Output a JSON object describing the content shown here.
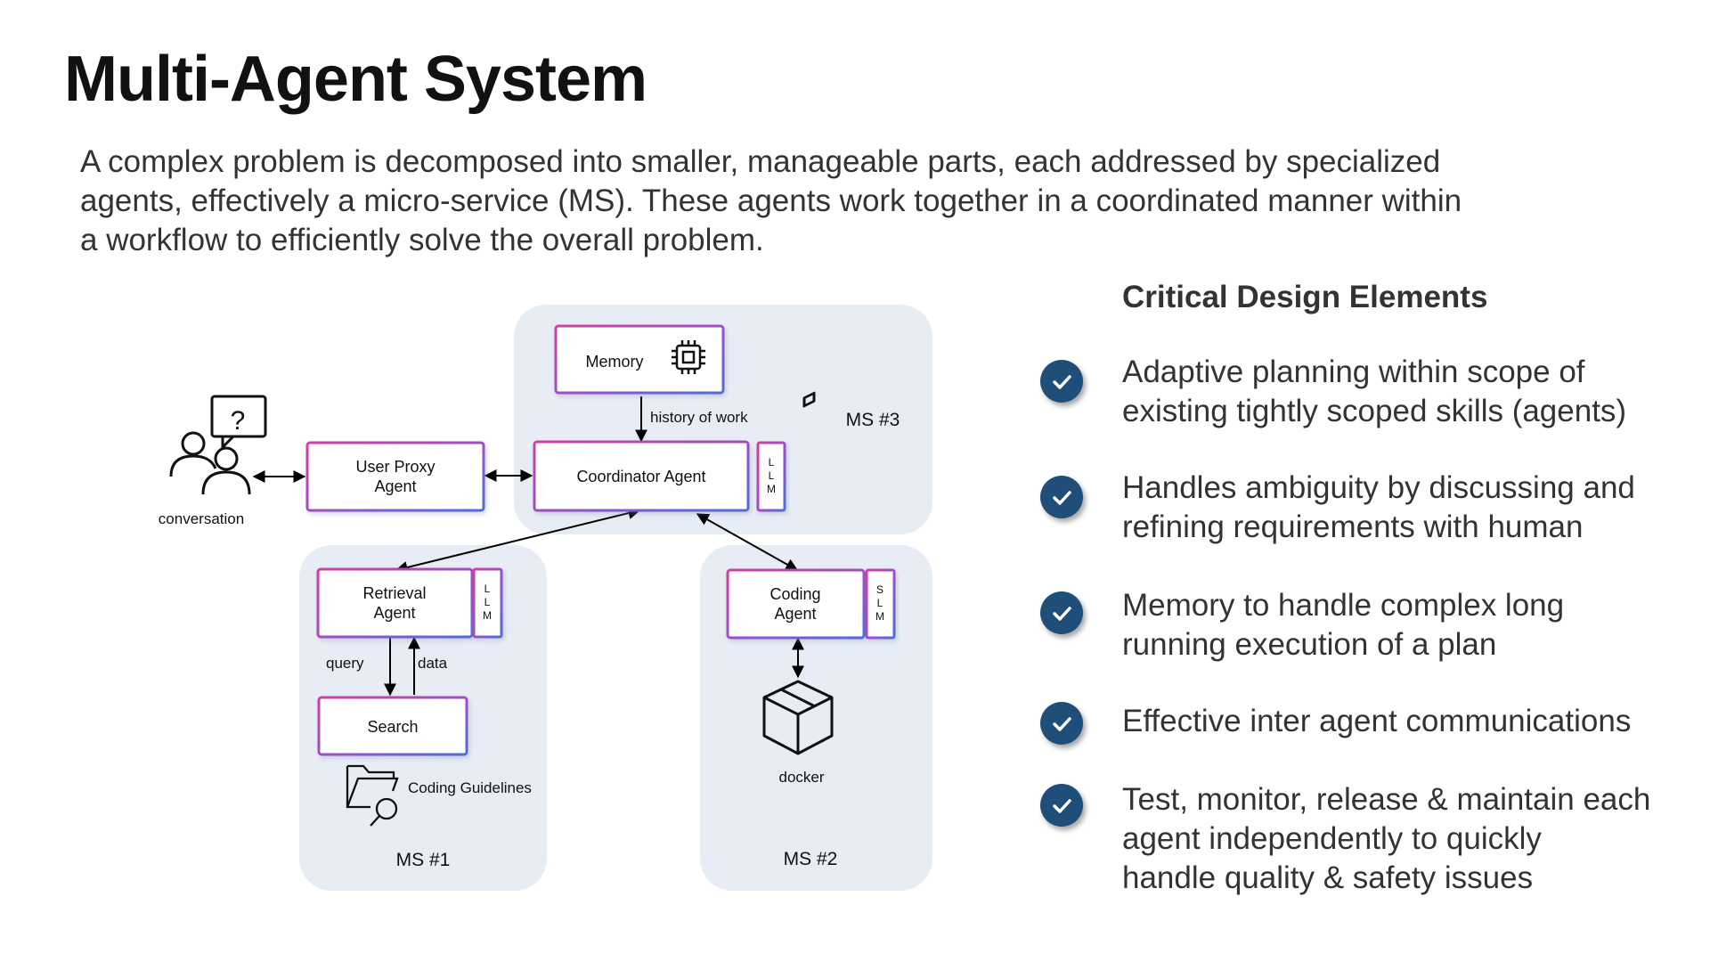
{
  "slide": {
    "title": "Multi-Agent System",
    "intro_lines": [
      "A complex problem is decomposed into smaller, manageable parts, each addressed by specialized",
      "agents, effectively a micro-service (MS). These agents work together in a coordinated manner within",
      "a workflow to efficiently solve the overall problem."
    ]
  },
  "diagram": {
    "user_label": "conversation",
    "user_icon": "users-question-icon",
    "user_proxy": [
      "User Proxy",
      "Agent"
    ],
    "memory": "Memory",
    "memory_icon": "chip-icon",
    "history_label": "history of work",
    "ms3_label": "MS #3",
    "coordinator": "Coordinator Agent",
    "llm_tag": [
      "L",
      "L",
      "M"
    ],
    "slm_tag": [
      "S",
      "L",
      "M"
    ],
    "retrieval": [
      "Retrieval",
      "Agent"
    ],
    "query_label": "query",
    "data_label": "data",
    "search": "Search",
    "guidelines_label": "Coding Guidelines",
    "guidelines_icon": "folder-search-icon",
    "ms1_label": "MS #1",
    "coding": [
      "Coding",
      "Agent"
    ],
    "docker_label": "docker",
    "docker_icon": "box-icon",
    "ms2_label": "MS #2"
  },
  "critical": {
    "heading": "Critical Design Elements",
    "check_icon": "check-circle-icon",
    "accent_color": "#1f4e79",
    "items": [
      [
        "Adaptive planning within scope of",
        "existing tightly scoped skills (agents)"
      ],
      [
        "Handles ambiguity by discussing and",
        "refining requirements with human"
      ],
      [
        "Memory to handle complex long",
        "running execution of a plan"
      ],
      [
        "Effective inter agent communications"
      ],
      [
        "Test, monitor, release & maintain each",
        "agent independently to quickly",
        "handle quality & safety issues"
      ]
    ]
  },
  "colors": {
    "panel_bg": "#e8edf5",
    "box_border_start": "#d13fa0",
    "box_border_end": "#4c6fd8"
  }
}
